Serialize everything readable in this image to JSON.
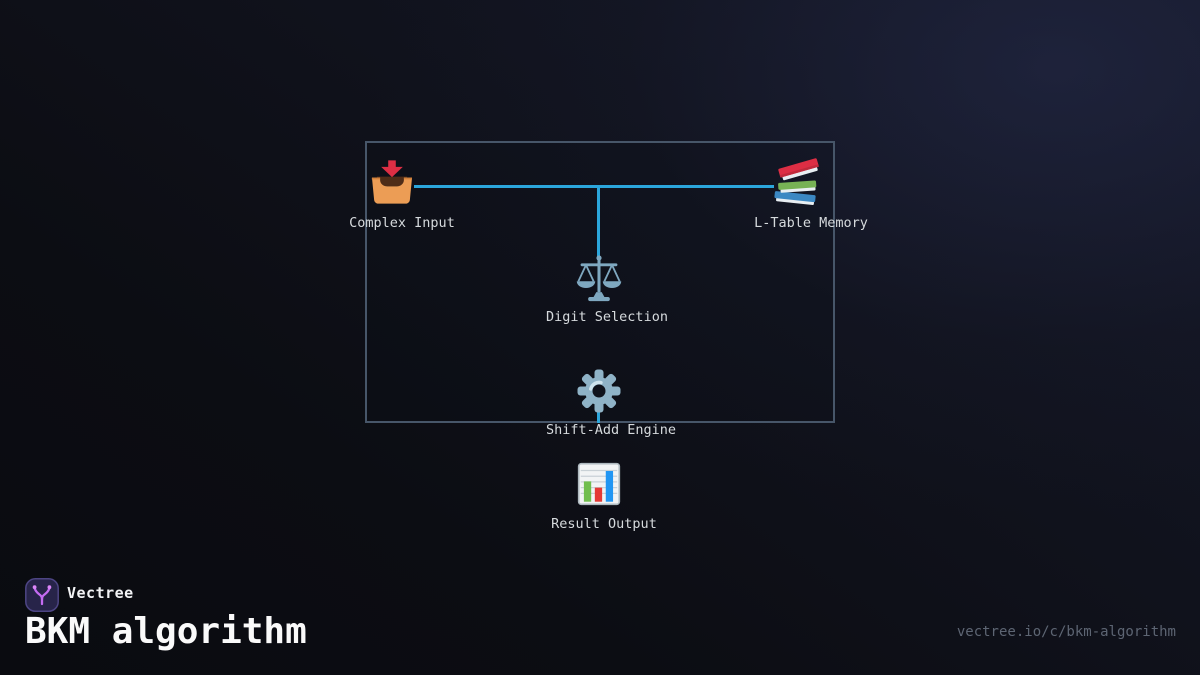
{
  "brand": {
    "name": "Vectree",
    "title": "BKM algorithm",
    "url": "vectree.io/c/bkm-algorithm"
  },
  "diagram": {
    "nodes": [
      {
        "id": "complex-input",
        "label": "Complex Input",
        "icon": "inbox-tray-icon"
      },
      {
        "id": "l-table-memory",
        "label": "L-Table Memory",
        "icon": "books-icon"
      },
      {
        "id": "digit-selection",
        "label": "Digit Selection",
        "icon": "balance-scale-icon"
      },
      {
        "id": "shift-add-engine",
        "label": "Shift-Add Engine",
        "icon": "gear-icon"
      },
      {
        "id": "result-output",
        "label": "Result Output",
        "icon": "bar-chart-icon"
      }
    ],
    "edges": [
      {
        "from": "complex-input",
        "to": "l-table-memory"
      },
      {
        "from": "complex-input",
        "to": "digit-selection"
      },
      {
        "from": "shift-add-engine",
        "to": "result-output"
      }
    ],
    "colors": {
      "edge": "#2BA6DC",
      "cluster_border": "#475669",
      "label_text": "#d6dadd",
      "logo_purple": "#c46bf2"
    }
  }
}
